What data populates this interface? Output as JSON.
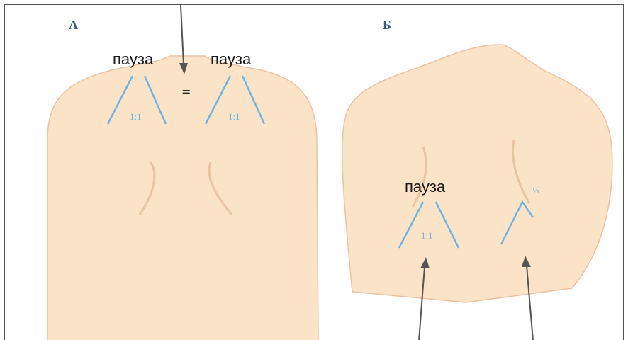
{
  "colors": {
    "skin": "#fbe3c8",
    "skin_shadow": "#e9c3a2",
    "line_blue": "#6eb4e3",
    "letter_blue": "#3a5a85",
    "arrow": "#555555"
  },
  "panel_a": {
    "letter": "А",
    "left_label": "пауза",
    "left_ratio": "1:1",
    "right_label": "пауза",
    "right_ratio": "1:1",
    "equals": "="
  },
  "panel_b": {
    "letter": "Б",
    "left_label": "пауза",
    "left_ratio": "1:1",
    "right_ratio": "⅓"
  }
}
